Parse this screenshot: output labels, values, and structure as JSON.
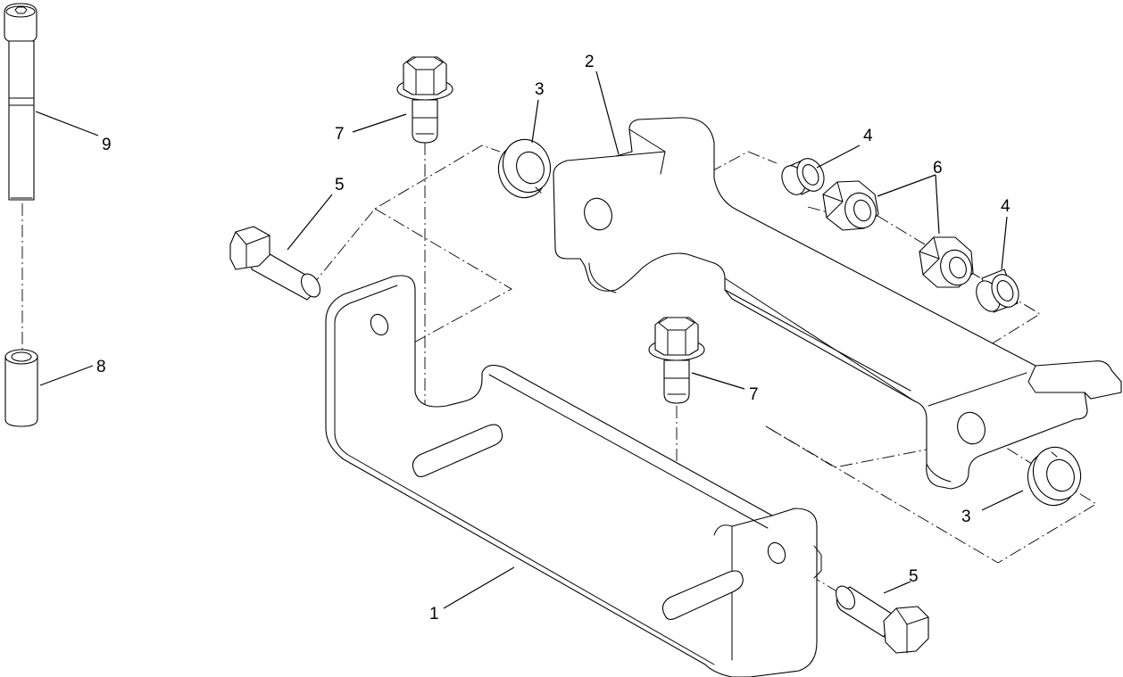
{
  "diagram": {
    "type": "exploded-parts-view",
    "callouts": {
      "bracket": "1",
      "plate": "2",
      "spring_pin": "3",
      "spacer": "4",
      "bolt_hex": "5",
      "nut": "6",
      "flange_bolt": "7",
      "sleeve": "8",
      "cap_screw": "9"
    }
  }
}
